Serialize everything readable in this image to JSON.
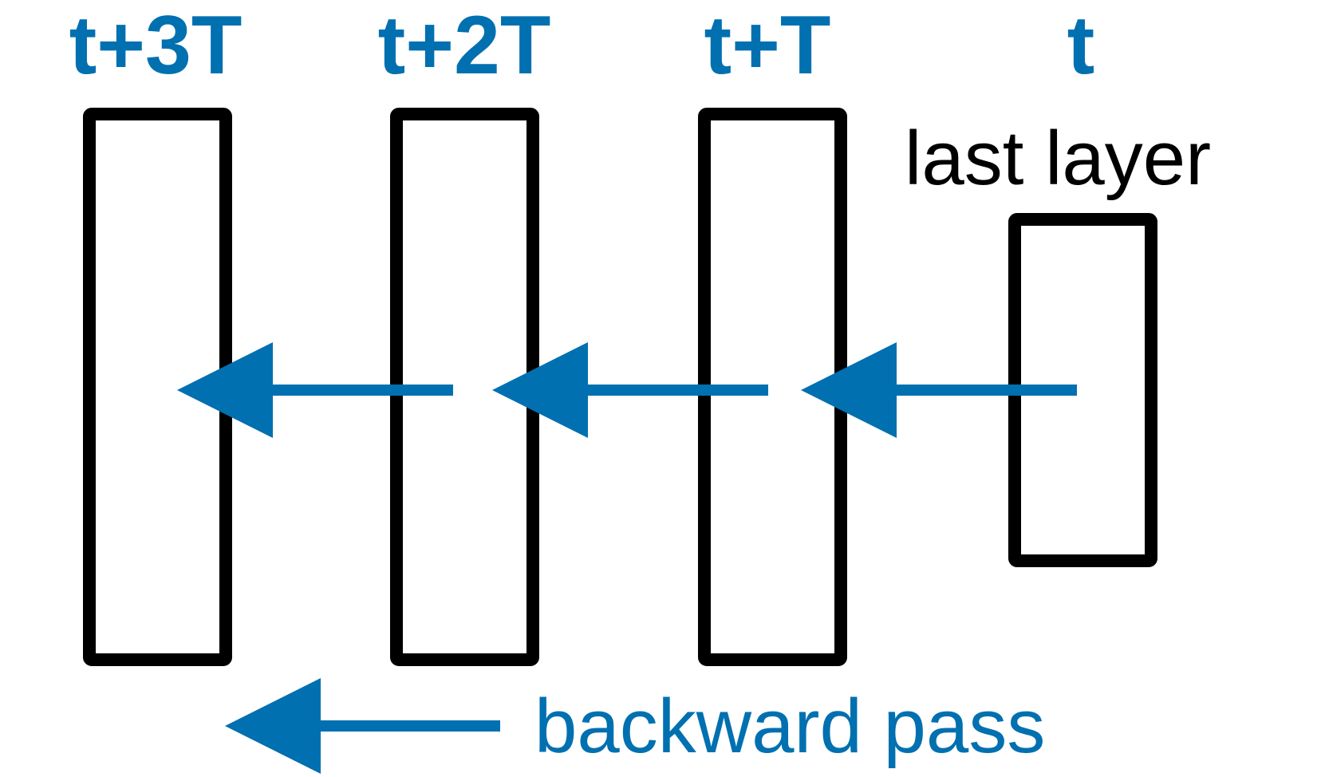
{
  "colors": {
    "accent": "#0070B0",
    "stroke": "#000000",
    "background": "#FFFFFF"
  },
  "labels": {
    "time_t3": "t+3T",
    "time_t2": "t+2T",
    "time_t1": "t+T",
    "time_t0": "t",
    "last_layer": "last layer",
    "backward_pass": "backward pass"
  }
}
